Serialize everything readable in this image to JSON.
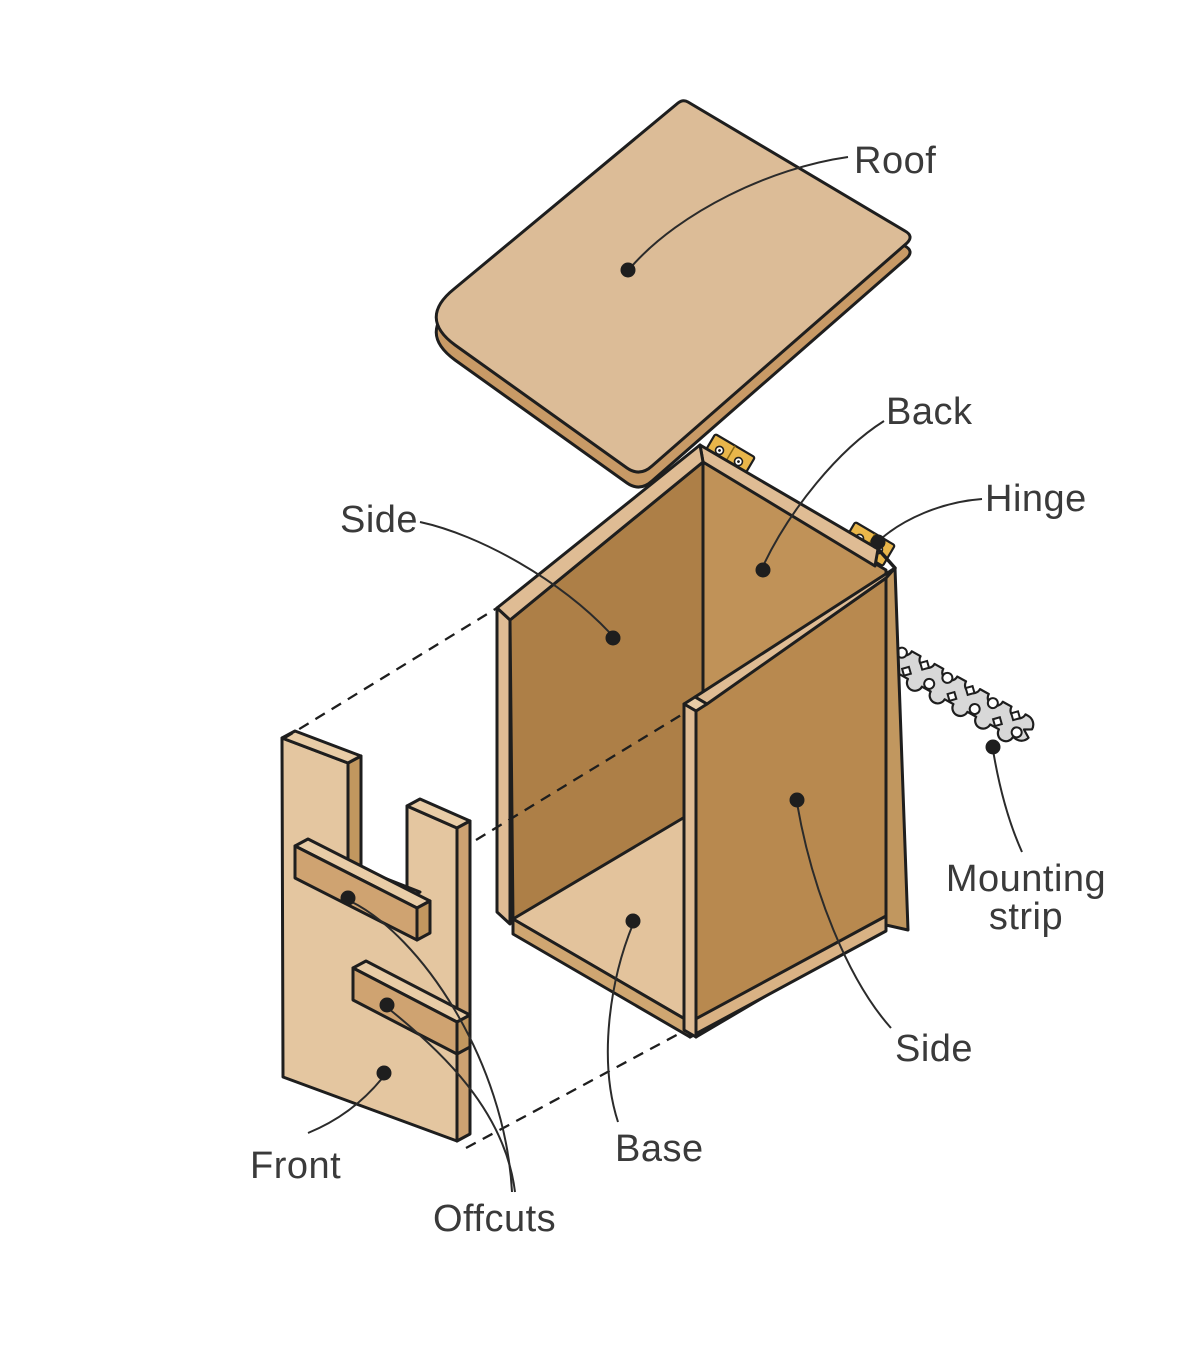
{
  "figure": {
    "type": "exploded-assembly-illustration",
    "subject": "Wall-mounted wooden box assembly with labelled parts"
  },
  "labels": {
    "roof": "Roof",
    "back": "Back",
    "hinge": "Hinge",
    "side_left": "Side",
    "mounting_line1": "Mounting",
    "mounting_line2": "strip",
    "side_right": "Side",
    "base": "Base",
    "front": "Front",
    "offcuts": "Offcuts"
  },
  "parts": [
    "Roof",
    "Back",
    "Hinge",
    "Side",
    "Mounting strip",
    "Side",
    "Base",
    "Front",
    "Offcuts"
  ],
  "palette": {
    "outline": "#1e1e1e",
    "label_text": "#3a3a3a",
    "leader": "#2b2b2b",
    "roof_top": "#dcbc97",
    "roof_edge": "#c89a66",
    "wood_left_wall": "#ad7f47",
    "wood_back_wall": "#c09258",
    "wood_right_wall": "#b8894f",
    "wood_floor": "#e3c39c",
    "wood_base_edge": "#cfa671",
    "wood_bottom_strip": "#d9b284",
    "wood_edge_light": "#dfbc94",
    "wood_cap": "#e9cda7",
    "wood_cut": "#c1975f",
    "panel_face": "#e4c6a0",
    "offcut_face": "#cfa371",
    "offcut_edge": "#cda272",
    "hinge_gold": "#e9b64a",
    "hinge_pin": "#8a6914",
    "metal_strip": "#d8d8d8",
    "hole_fill": "#ffffff"
  }
}
